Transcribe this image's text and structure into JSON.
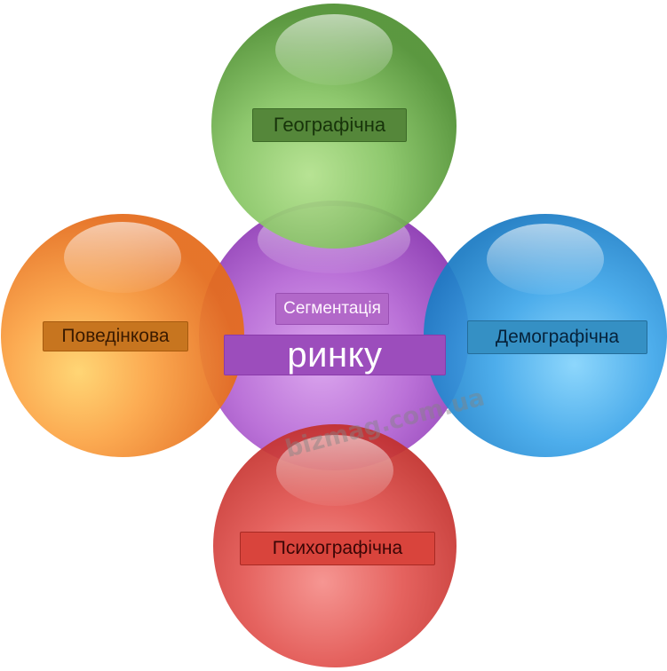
{
  "diagram": {
    "center": {
      "line1": "Сегментація",
      "line2": "ринку",
      "color": "#b86ad8"
    },
    "segments": [
      {
        "id": "top",
        "label": "Географічна",
        "color": "#7fc060"
      },
      {
        "id": "left",
        "label": "Поведінкова",
        "color": "#f59a3a"
      },
      {
        "id": "right",
        "label": "Демографічна",
        "color": "#3aa2e8"
      },
      {
        "id": "bottom",
        "label": "Психографічна",
        "color": "#e25552"
      }
    ]
  },
  "watermark": "bizmag.com.ua"
}
